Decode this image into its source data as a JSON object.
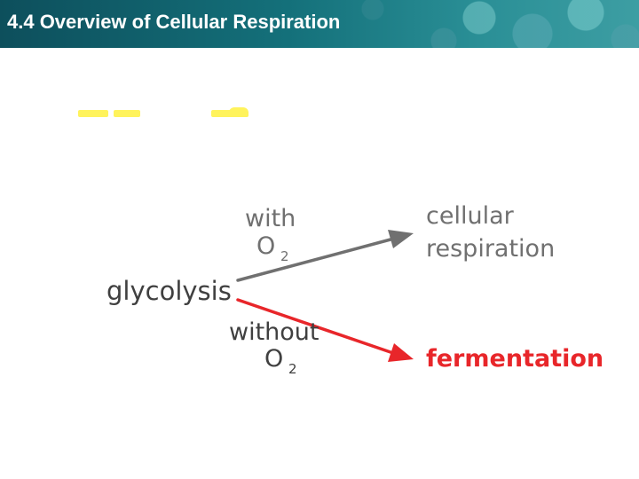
{
  "header": {
    "title": "4.4 Overview of Cellular Respiration"
  },
  "diagram": {
    "source_node": "glycolysis",
    "aerobic_branch": {
      "condition_word": "with",
      "condition_molecule": "O",
      "condition_subscript": "2",
      "target_line1": "cellular",
      "target_line2": "respiration",
      "color": "#707070"
    },
    "anaerobic_branch": {
      "condition_word": "without",
      "condition_molecule": "O",
      "condition_subscript": "2",
      "target": "fermentation",
      "color": "#e8262a"
    },
    "label_color": "#404040"
  }
}
